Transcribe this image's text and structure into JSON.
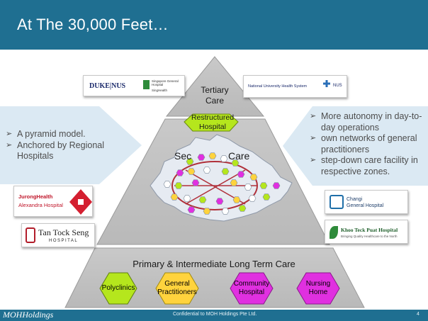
{
  "header": {
    "title": "At The 30,000 Feet…"
  },
  "left_panel": {
    "bullets": [
      "A pyramid model.",
      "Anchored by Regional Hospitals"
    ]
  },
  "right_panel": {
    "bullets": [
      "More autonomy in day-to-day operations",
      "own networks of general practitioners",
      "step-down care facility in respective zones."
    ]
  },
  "pyramid": {
    "tertiary": {
      "line1": "Tertiary",
      "line2": "Care"
    },
    "restructured": {
      "line1": "Restructured",
      "line2": "Hospital"
    },
    "secondary": {
      "label_a": "Sec",
      "label_b": "Care"
    },
    "primary": {
      "label": "Primary & Intermediate Long Term Care"
    },
    "facilities": [
      {
        "line1": "Polyclinics",
        "line2": "",
        "color": "#b5e61d"
      },
      {
        "line1": "General",
        "line2": "Practitioners",
        "color": "#ffd33d"
      },
      {
        "line1": "Community",
        "line2": "Hospital",
        "color": "#e030e0"
      },
      {
        "line1": "Nursing",
        "line2": "Home",
        "color": "#e030e0"
      }
    ]
  },
  "logos": {
    "duke_nus": {
      "text": "DUKE|NUS",
      "partner": "Singapore General Hospital",
      "sub": "SingHealth"
    },
    "nuhs": {
      "text": "National University Health System",
      "sub": "NUS"
    },
    "jurong": {
      "line1": "JurongHealth",
      "line2": "Alexandra Hospital"
    },
    "ttsh": {
      "line1": "Tan Tock Seng",
      "line2": "HOSPITAL"
    },
    "changi": {
      "line1": "Changi",
      "line2": "General Hospital"
    },
    "ktph": {
      "line1": "Khoo Teck Puat Hospital",
      "line2": "Bringing Quality Healthcare to the North"
    }
  },
  "footer": {
    "brand": "MOHHoldings",
    "confidential": "Confidential to MOH Holdings Pte Ltd.",
    "page_number": "4"
  },
  "colors": {
    "title_bar": "#1f6f91",
    "pyramid": "#cfcfcf",
    "panel": "#dbe9f3",
    "restructured": "#b5e61d",
    "polyclinic": "#b5e61d",
    "gp": "#ffd33d",
    "community": "#e030e0"
  }
}
